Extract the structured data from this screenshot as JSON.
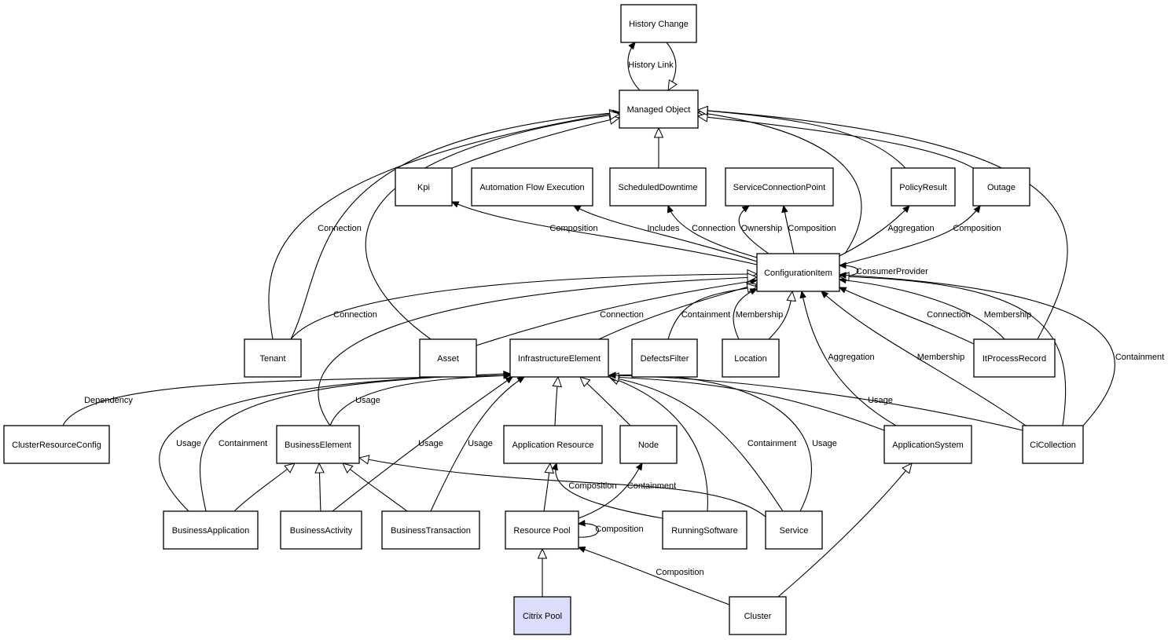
{
  "colors": {
    "highlight": "#dcdcfc",
    "node_fill": "#ffffff",
    "stroke": "#000000"
  },
  "nodes": [
    {
      "id": "hc",
      "label": "History Change"
    },
    {
      "id": "mo",
      "label": "Managed Object"
    },
    {
      "id": "kpi",
      "label": "Kpi"
    },
    {
      "id": "afe",
      "label": "Automation Flow Execution"
    },
    {
      "id": "sd",
      "label": "ScheduledDowntime"
    },
    {
      "id": "scp",
      "label": "ServiceConnectionPoint"
    },
    {
      "id": "pr",
      "label": "PolicyResult"
    },
    {
      "id": "out",
      "label": "Outage"
    },
    {
      "id": "ci",
      "label": "ConfigurationItem"
    },
    {
      "id": "ten",
      "label": "Tenant"
    },
    {
      "id": "ast",
      "label": "Asset"
    },
    {
      "id": "ie",
      "label": "InfrastructureElement"
    },
    {
      "id": "df",
      "label": "DefectsFilter"
    },
    {
      "id": "loc",
      "label": "Location"
    },
    {
      "id": "ipr",
      "label": "ItProcessRecord"
    },
    {
      "id": "crc",
      "label": "ClusterResourceConfig"
    },
    {
      "id": "be",
      "label": "BusinessElement"
    },
    {
      "id": "ar",
      "label": "Application Resource"
    },
    {
      "id": "node",
      "label": "Node"
    },
    {
      "id": "as",
      "label": "ApplicationSystem"
    },
    {
      "id": "cc",
      "label": "CiCollection"
    },
    {
      "id": "bapp",
      "label": "BusinessApplication"
    },
    {
      "id": "bact",
      "label": "BusinessActivity"
    },
    {
      "id": "bt",
      "label": "BusinessTransaction"
    },
    {
      "id": "rp",
      "label": "Resource Pool"
    },
    {
      "id": "rs",
      "label": "RunningSoftware"
    },
    {
      "id": "svc",
      "label": "Service"
    },
    {
      "id": "cp",
      "label": "Citrix Pool",
      "highlighted": true
    },
    {
      "id": "cl",
      "label": "Cluster"
    }
  ],
  "edges": [
    {
      "from": "mo",
      "to": "hc",
      "label": "History Link",
      "kind": "association"
    },
    {
      "from": "hc",
      "to": "mo",
      "label": "",
      "kind": "generalization"
    },
    {
      "from": "sd",
      "to": "mo",
      "label": "",
      "kind": "generalization"
    },
    {
      "from": "kpi",
      "to": "mo",
      "label": "",
      "kind": "generalization"
    },
    {
      "from": "ten",
      "to": "mo",
      "label": "",
      "kind": "generalization"
    },
    {
      "from": "ten",
      "to": "mo",
      "label": "Connection",
      "kind": "association"
    },
    {
      "from": "ast",
      "to": "mo",
      "label": "",
      "kind": "generalization"
    },
    {
      "from": "ci",
      "to": "mo",
      "label": "",
      "kind": "generalization"
    },
    {
      "from": "pr",
      "to": "mo",
      "label": "",
      "kind": "generalization"
    },
    {
      "from": "out",
      "to": "mo",
      "label": "",
      "kind": "generalization"
    },
    {
      "from": "ipr",
      "to": "mo",
      "label": "",
      "kind": "generalization"
    },
    {
      "from": "ci",
      "to": "kpi",
      "label": "Composition",
      "kind": "association"
    },
    {
      "from": "ci",
      "to": "afe",
      "label": "Includes",
      "kind": "association"
    },
    {
      "from": "ci",
      "to": "sd",
      "label": "Connection",
      "kind": "association"
    },
    {
      "from": "ci",
      "to": "scp",
      "label": "Ownership",
      "kind": "association"
    },
    {
      "from": "ci",
      "to": "scp",
      "label": "Composition",
      "kind": "association"
    },
    {
      "from": "ci",
      "to": "pr",
      "label": "Aggregation",
      "kind": "association"
    },
    {
      "from": "ci",
      "to": "out",
      "label": "Composition",
      "kind": "association"
    },
    {
      "from": "ci",
      "to": "ci",
      "label": "ConsumerProvider",
      "kind": "association"
    },
    {
      "from": "ten",
      "to": "ci",
      "label": "Connection",
      "kind": "generalization"
    },
    {
      "from": "ast",
      "to": "ci",
      "label": "Connection",
      "kind": "association"
    },
    {
      "from": "be",
      "to": "ci",
      "label": "",
      "kind": "generalization"
    },
    {
      "from": "ie",
      "to": "ci",
      "label": "",
      "kind": "generalization"
    },
    {
      "from": "df",
      "to": "ci",
      "label": "Containment",
      "kind": "generalization"
    },
    {
      "from": "loc",
      "to": "ci",
      "label": "Membership",
      "kind": "association"
    },
    {
      "from": "loc",
      "to": "ci",
      "label": "",
      "kind": "generalization"
    },
    {
      "from": "as",
      "to": "ci",
      "label": "Aggregation",
      "kind": "association"
    },
    {
      "from": "cc",
      "to": "ci",
      "label": "Membership",
      "kind": "association"
    },
    {
      "from": "ipr",
      "to": "ci",
      "label": "Connection",
      "kind": "association"
    },
    {
      "from": "ipr",
      "to": "ci",
      "label": "Membership",
      "kind": "association"
    },
    {
      "from": "cc",
      "to": "ci",
      "label": "",
      "kind": "generalization"
    },
    {
      "from": "cc",
      "to": "ci",
      "label": "Containment",
      "kind": "association"
    },
    {
      "from": "crc",
      "to": "ie",
      "label": "Dependency",
      "kind": "association"
    },
    {
      "from": "be",
      "to": "ie",
      "label": "Usage",
      "kind": "association"
    },
    {
      "from": "bapp",
      "to": "ie",
      "label": "Usage",
      "kind": "association"
    },
    {
      "from": "bapp",
      "to": "ie",
      "label": "Containment",
      "kind": "association"
    },
    {
      "from": "bact",
      "to": "ie",
      "label": "Usage",
      "kind": "association"
    },
    {
      "from": "bt",
      "to": "ie",
      "label": "Usage",
      "kind": "association"
    },
    {
      "from": "ar",
      "to": "ie",
      "label": "",
      "kind": "generalization"
    },
    {
      "from": "node",
      "to": "ie",
      "label": "",
      "kind": "generalization"
    },
    {
      "from": "rs",
      "to": "ie",
      "label": "",
      "kind": "generalization"
    },
    {
      "from": "svc",
      "to": "ie",
      "label": "Containment",
      "kind": "association"
    },
    {
      "from": "svc",
      "to": "ie",
      "label": "Usage",
      "kind": "association"
    },
    {
      "from": "as",
      "to": "ie",
      "label": "",
      "kind": "generalization"
    },
    {
      "from": "cc",
      "to": "ie",
      "label": "Usage",
      "kind": "association"
    },
    {
      "from": "bapp",
      "to": "be",
      "label": "",
      "kind": "generalization"
    },
    {
      "from": "bact",
      "to": "be",
      "label": "",
      "kind": "generalization"
    },
    {
      "from": "bt",
      "to": "be",
      "label": "",
      "kind": "generalization"
    },
    {
      "from": "svc",
      "to": "be",
      "label": "",
      "kind": "generalization"
    },
    {
      "from": "rp",
      "to": "ar",
      "label": "",
      "kind": "generalization"
    },
    {
      "from": "rs",
      "to": "ar",
      "label": "Composition",
      "kind": "association"
    },
    {
      "from": "rp",
      "to": "node",
      "label": "Containment",
      "kind": "association"
    },
    {
      "from": "rp",
      "to": "rp",
      "label": "Composition",
      "kind": "association"
    },
    {
      "from": "cp",
      "to": "rp",
      "label": "",
      "kind": "generalization"
    },
    {
      "from": "cl",
      "to": "rp",
      "label": "Composition",
      "kind": "association"
    },
    {
      "from": "cl",
      "to": "as",
      "label": "",
      "kind": "generalization"
    }
  ]
}
